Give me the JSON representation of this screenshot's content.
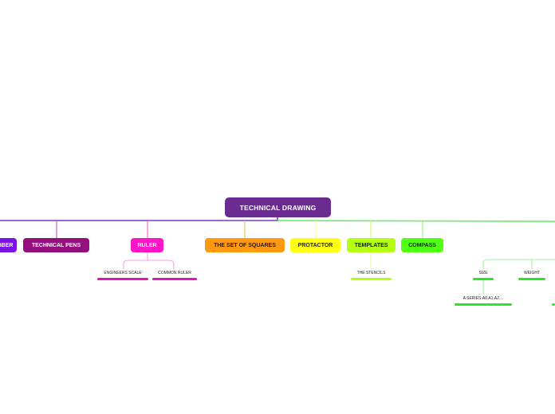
{
  "root": {
    "label": "TECHNICAL DRAWING"
  },
  "branches": [
    {
      "id": "rubber",
      "label": "BBER"
    },
    {
      "id": "pens",
      "label": "TECHNICAL PENS"
    },
    {
      "id": "ruler",
      "label": "RULER"
    },
    {
      "id": "squares",
      "label": "THE SET OF SQUARES"
    },
    {
      "id": "protractor",
      "label": "PROTACTOR"
    },
    {
      "id": "templates",
      "label": "TEMPLATES"
    },
    {
      "id": "compass",
      "label": "COMPASS"
    }
  ],
  "subtopics": {
    "engineers_scale": "ENGINEERS SCALE",
    "common_ruler": "COMMON RULER",
    "stencils": "THE STENCILS",
    "size": "SIZE",
    "weight": "WEIGHT",
    "a_series": "A SERIES:A0,A1,A2,..."
  },
  "colors": {
    "root": "#6a2c91",
    "rubber": "#7a14e6",
    "pens": "#940e7c",
    "ruler": "#ff14c8",
    "squares": "#ff9a10",
    "protractor": "#ffff14",
    "templates": "#b4ff14",
    "compass": "#50ff14",
    "paper": "#28e628"
  }
}
